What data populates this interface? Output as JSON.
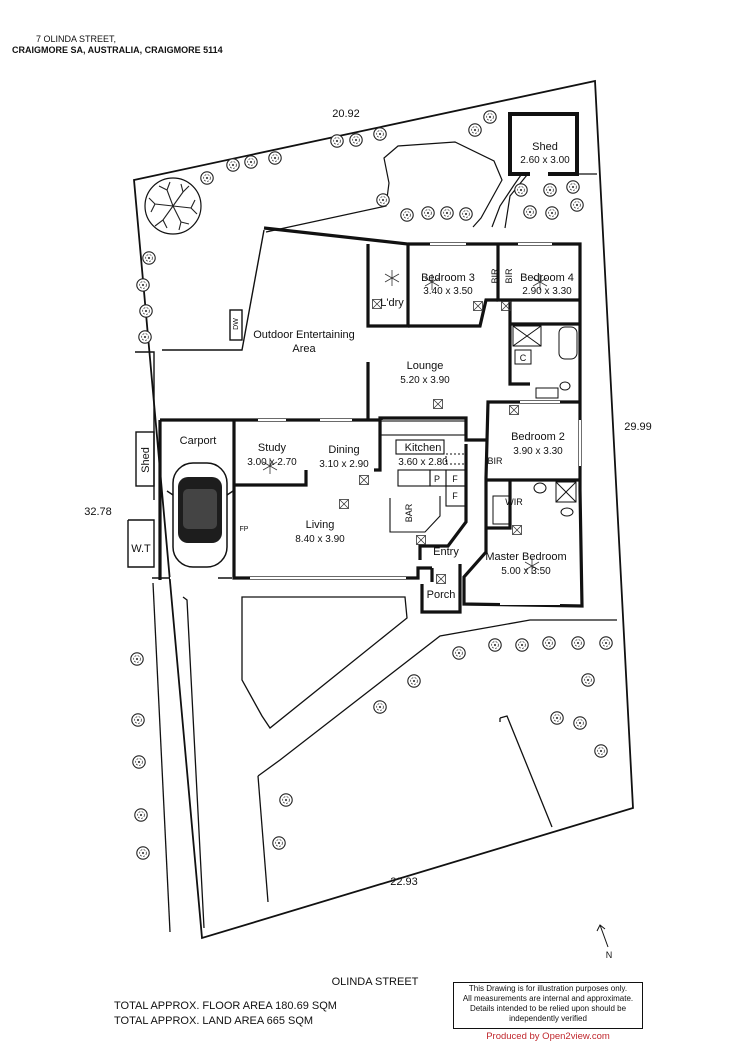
{
  "address": {
    "line1": "7 OLINDA STREET,",
    "line2": "CRAIGMORE SA, AUSTRALIA, CRAIGMORE 5114"
  },
  "boundary_dimensions": {
    "top": "20.92",
    "right": "29.99",
    "left": "32.78",
    "bottom": "22.93"
  },
  "rooms": {
    "shed_top": {
      "name": "Shed",
      "dims": "2.60 x 3.00"
    },
    "bedroom3": {
      "name": "Bedroom 3",
      "dims": "3.40 x 3.50"
    },
    "bedroom4": {
      "name": "Bedroom 4",
      "dims": "2.90 x 3.30"
    },
    "laundry": {
      "name": "L'dry"
    },
    "outdoor": {
      "name_line1": "Outdoor Entertaining",
      "name_line2": "Area"
    },
    "lounge": {
      "name": "Lounge",
      "dims": "5.20 x 3.90"
    },
    "bedroom2": {
      "name": "Bedroom 2",
      "dims": "3.90 x 3.30"
    },
    "carport": {
      "name": "Carport"
    },
    "shed_side": {
      "name": "Shed"
    },
    "study": {
      "name": "Study",
      "dims": "3.00 x 2.70"
    },
    "dining": {
      "name": "Dining",
      "dims": "3.10 x 2.90"
    },
    "kitchen": {
      "name": "Kitchen",
      "dims": "3.60 x 2.80"
    },
    "living": {
      "name": "Living",
      "dims": "8.40 x 3.90"
    },
    "entry": {
      "name": "Entry"
    },
    "master": {
      "name": "Master Bedroom",
      "dims": "5.00 x 3.50"
    },
    "porch": {
      "name": "Porch"
    },
    "wt": {
      "name": "W.T"
    }
  },
  "labels": {
    "bir1": "BIR",
    "bir2": "BIR",
    "bir3": "BIR",
    "wir": "WIR",
    "bar": "BAR",
    "pantry": "P",
    "fridge1": "F",
    "fridge2": "F",
    "fp": "FP",
    "linen": "C",
    "dw": "DW",
    "north": "N"
  },
  "street_name": "OLINDA STREET",
  "totals": {
    "floor": "TOTAL APPROX. FLOOR AREA 180.69 SQM",
    "land": "TOTAL APPROX. LAND AREA 665 SQM"
  },
  "disclaimer": {
    "line1": "This Drawing is for illustration purposes only.",
    "line2": "All measurements are internal and approximate.",
    "line3": "Details intended to be relied upon should be",
    "line4": "independently verified"
  },
  "produced_by": "Produced by Open2view.com",
  "colors": {
    "produced": "#c0272d",
    "ink": "#111111"
  }
}
